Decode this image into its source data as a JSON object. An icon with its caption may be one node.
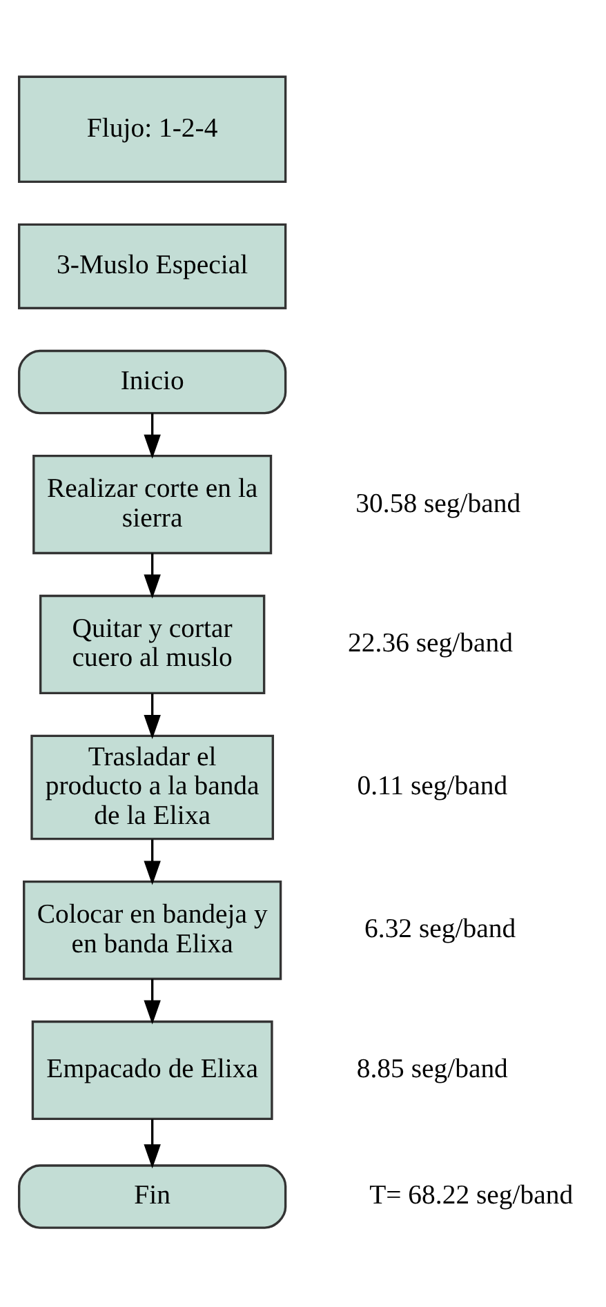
{
  "diagram": {
    "nodes": [
      {
        "text": [
          "Flujo: 1-2-4"
        ]
      },
      {
        "text": [
          "3-Muslo Especial"
        ]
      },
      {
        "text": [
          "Inicio"
        ]
      },
      {
        "text": [
          "Realizar corte en la sierra"
        ],
        "beside": [
          "30.58 seg/band"
        ]
      },
      {
        "text": [
          "Quitar y cortar cuero al muslo"
        ],
        "beside": [
          "22.36 seg/band"
        ]
      },
      {
        "text": [
          "Trasladar el producto a la banda de la Elixa"
        ],
        "beside": [
          "0.11 seg/band"
        ]
      },
      {
        "text": [
          "Colocar en bandeja y en banda Elixa"
        ],
        "beside": [
          "6.32 seg/band"
        ]
      },
      {
        "text": [
          "Empacado de Elixa"
        ],
        "beside": [
          "8.85 seg/band"
        ]
      },
      {
        "text": [
          "Fin"
        ],
        "beside": [
          "T= 68.22 seg/band"
        ]
      }
    ],
    "edges": [
      {
        "from": 2,
        "to": 3,
        "arrow": "to"
      },
      {
        "from": 3,
        "to": 4,
        "arrow": "to"
      },
      {
        "from": 4,
        "to": 5,
        "arrow": "to"
      },
      {
        "from": 5,
        "to": 6,
        "arrow": "to"
      },
      {
        "from": 6,
        "to": 7,
        "arrow": "to"
      },
      {
        "from": 7,
        "to": 8,
        "arrow": "to"
      }
    ]
  }
}
